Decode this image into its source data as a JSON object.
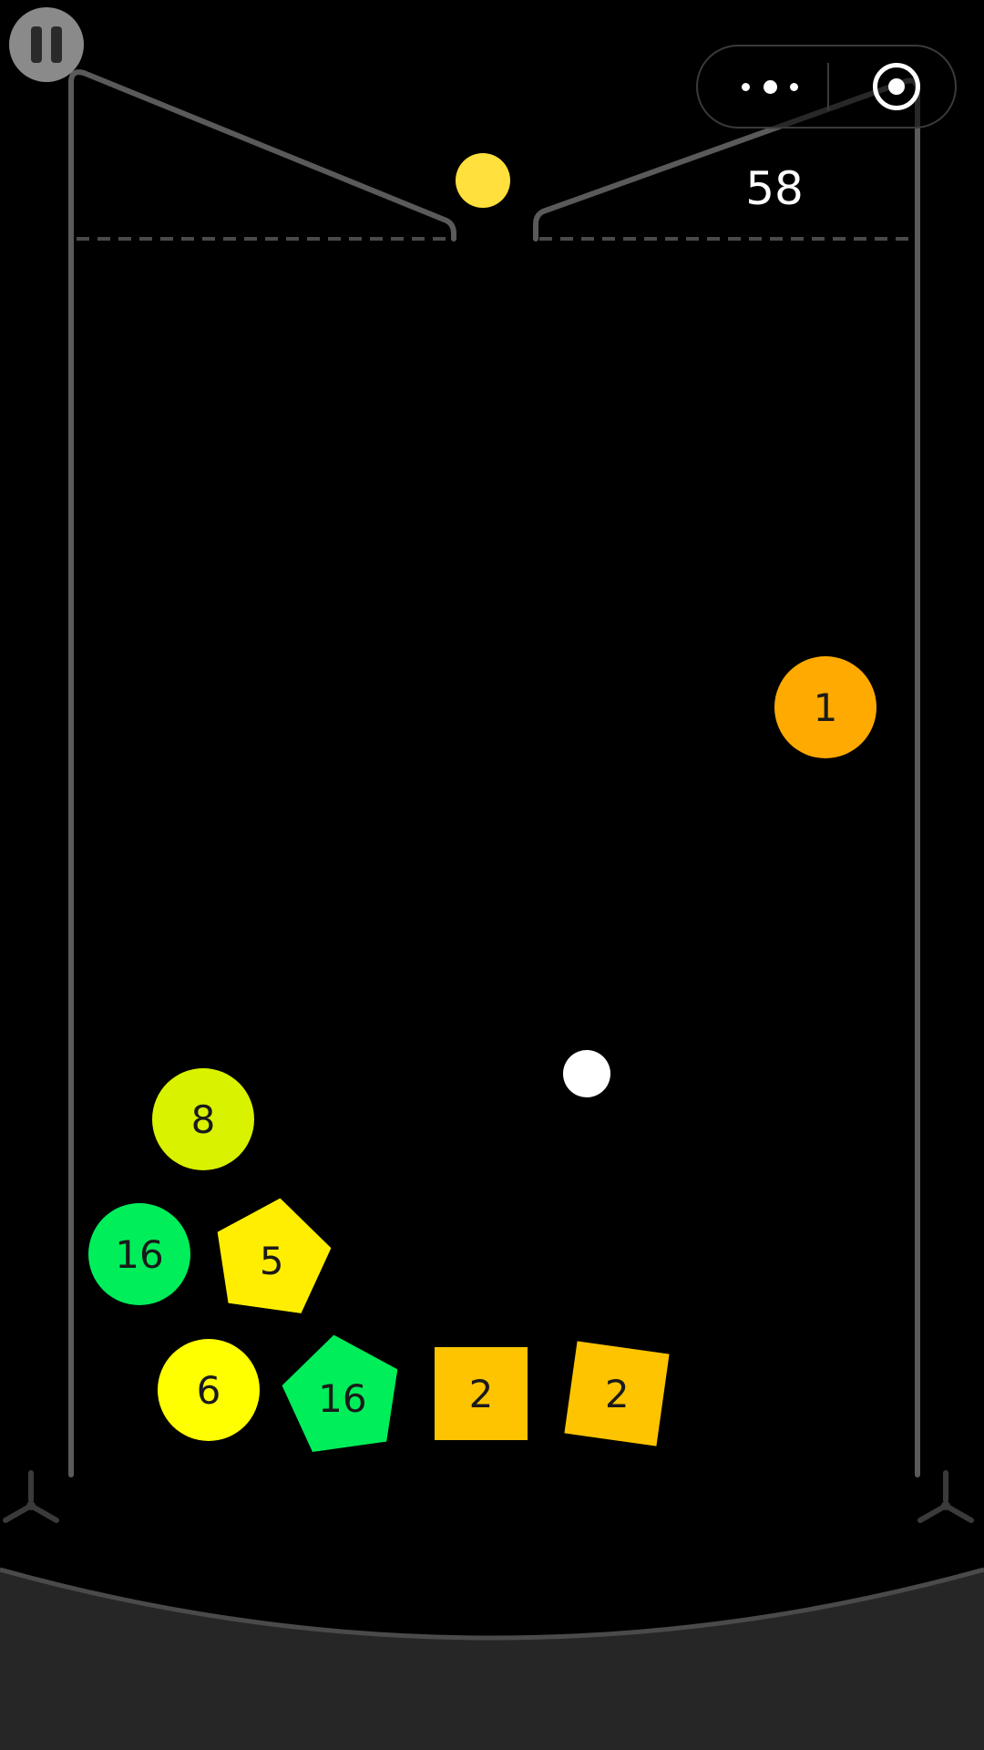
{
  "game": {
    "score": "58",
    "colors": {
      "background": "#000000",
      "frame": "#5a5a5a",
      "tray": "#262626",
      "next_ball": "#ffe03c",
      "cue_ball": "#ffffff"
    }
  },
  "toolbar": {
    "pause_icon": "pause-icon",
    "more_icon": "more-dots-icon",
    "close_icon": "target-close-icon"
  },
  "shapes": [
    {
      "label": "1",
      "shape": "circle",
      "color": "#ffaa00"
    },
    {
      "label": "8",
      "shape": "circle",
      "color": "#d9f200"
    },
    {
      "label": "16",
      "shape": "circle",
      "color": "#00ee5a"
    },
    {
      "label": "5",
      "shape": "pentagon",
      "color": "#ffee00"
    },
    {
      "label": "6",
      "shape": "circle",
      "color": "#ffff00"
    },
    {
      "label": "16",
      "shape": "pentagon",
      "color": "#00ee5a"
    },
    {
      "label": "2",
      "shape": "square",
      "color": "#ffc400"
    },
    {
      "label": "2",
      "shape": "square",
      "color": "#ffc400"
    }
  ]
}
